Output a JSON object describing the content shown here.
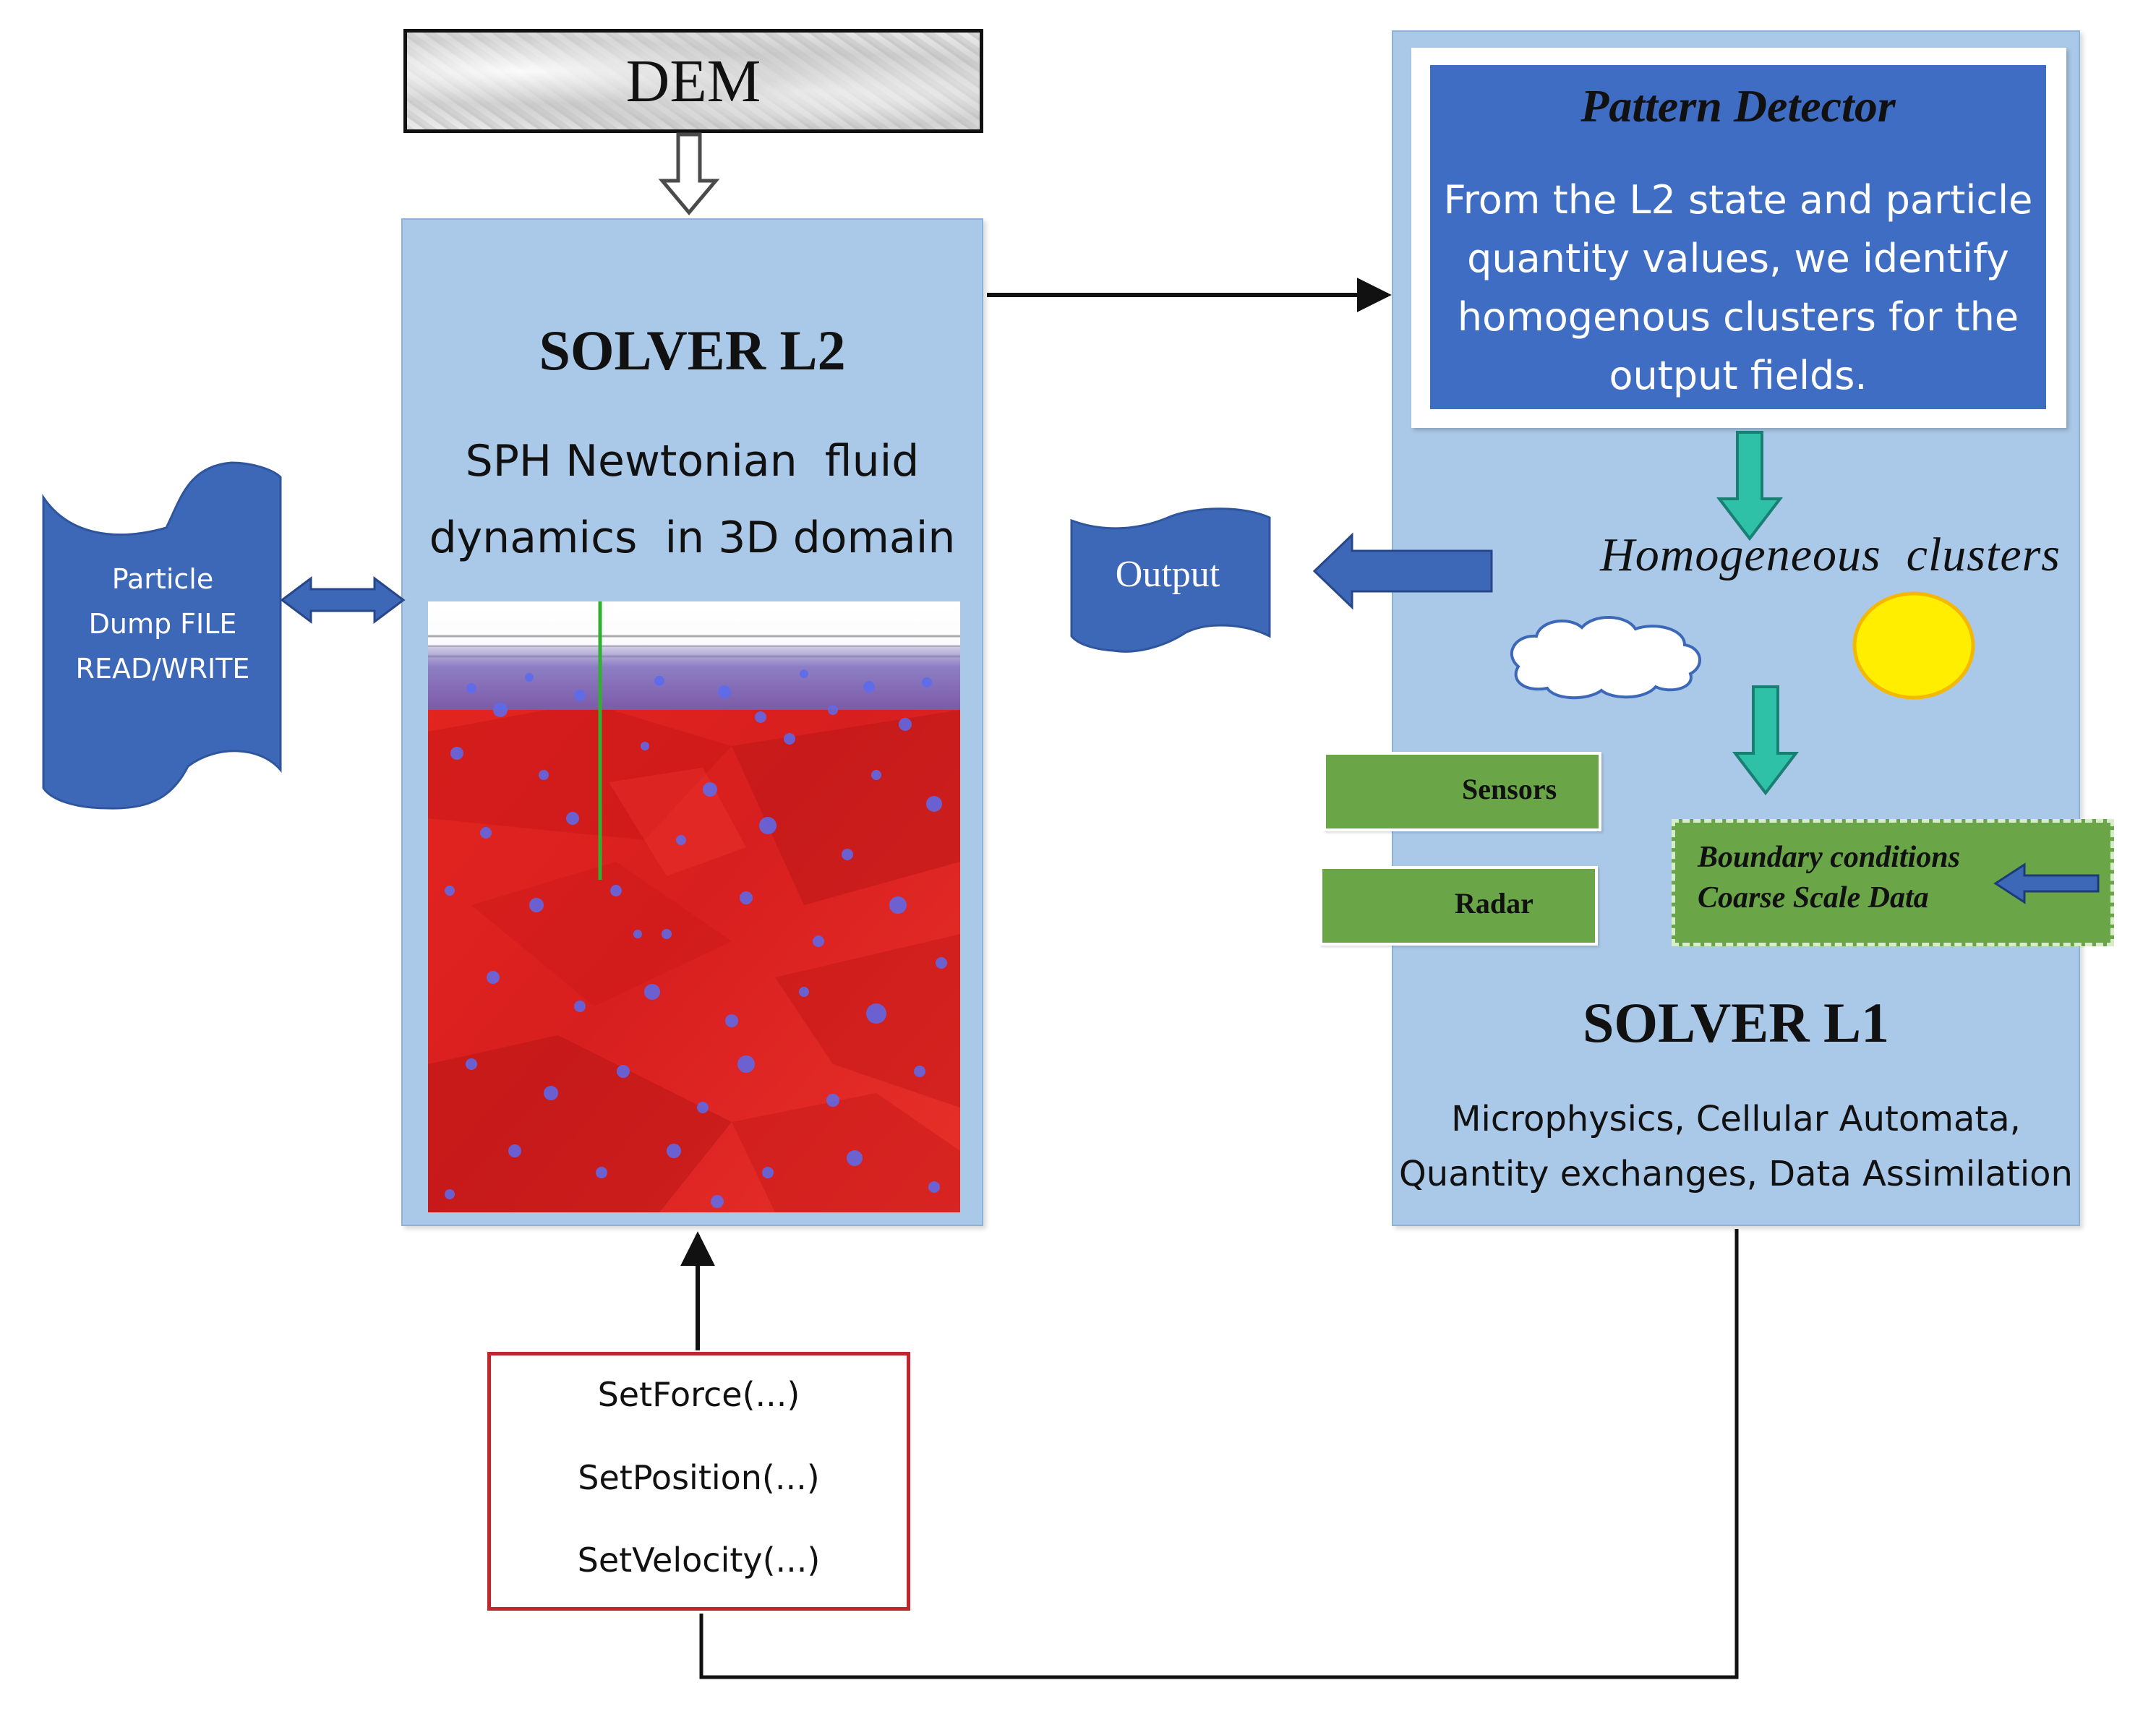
{
  "dem": {
    "label": "DEM"
  },
  "solver_l2": {
    "title": "SOLVER L2",
    "description_line1": "SPH Newtonian  fluid",
    "description_line2": "dynamics  in 3D domain"
  },
  "particle_dump": {
    "line1": "Particle",
    "line2": "Dump FILE",
    "line3": "READ/WRITE"
  },
  "output": {
    "label": "Output"
  },
  "pattern_detector": {
    "title": "Pattern Detector",
    "line1": "From the L2 state and particle",
    "line2": "quantity values, we identify",
    "line3": "homogenous clusters for the",
    "line4": "output fields."
  },
  "clusters": {
    "label": "Homogeneous  clusters"
  },
  "sensors": {
    "label": "Sensors"
  },
  "radar": {
    "label": "Radar"
  },
  "boundary": {
    "line1": "Boundary conditions",
    "line2": "Coarse Scale Data"
  },
  "solver_l1": {
    "title": "SOLVER L1",
    "description_line1": "Microphysics, Cellular Automata,",
    "description_line2": "Quantity exchanges, Data Assimilation"
  },
  "functions": [
    "SetForce(...)",
    "SetPosition(...)",
    "SetVelocity(...)"
  ],
  "colors": {
    "panel": "#aac8e8",
    "pattern_box": "#3f6dc3",
    "shape_blue": "#3d68b8",
    "green_box": "#6aa547",
    "teal_arrow": "#2fc1a8",
    "sun": "#ffee00",
    "red_border": "#c0272d",
    "fluid": "#e02020"
  }
}
